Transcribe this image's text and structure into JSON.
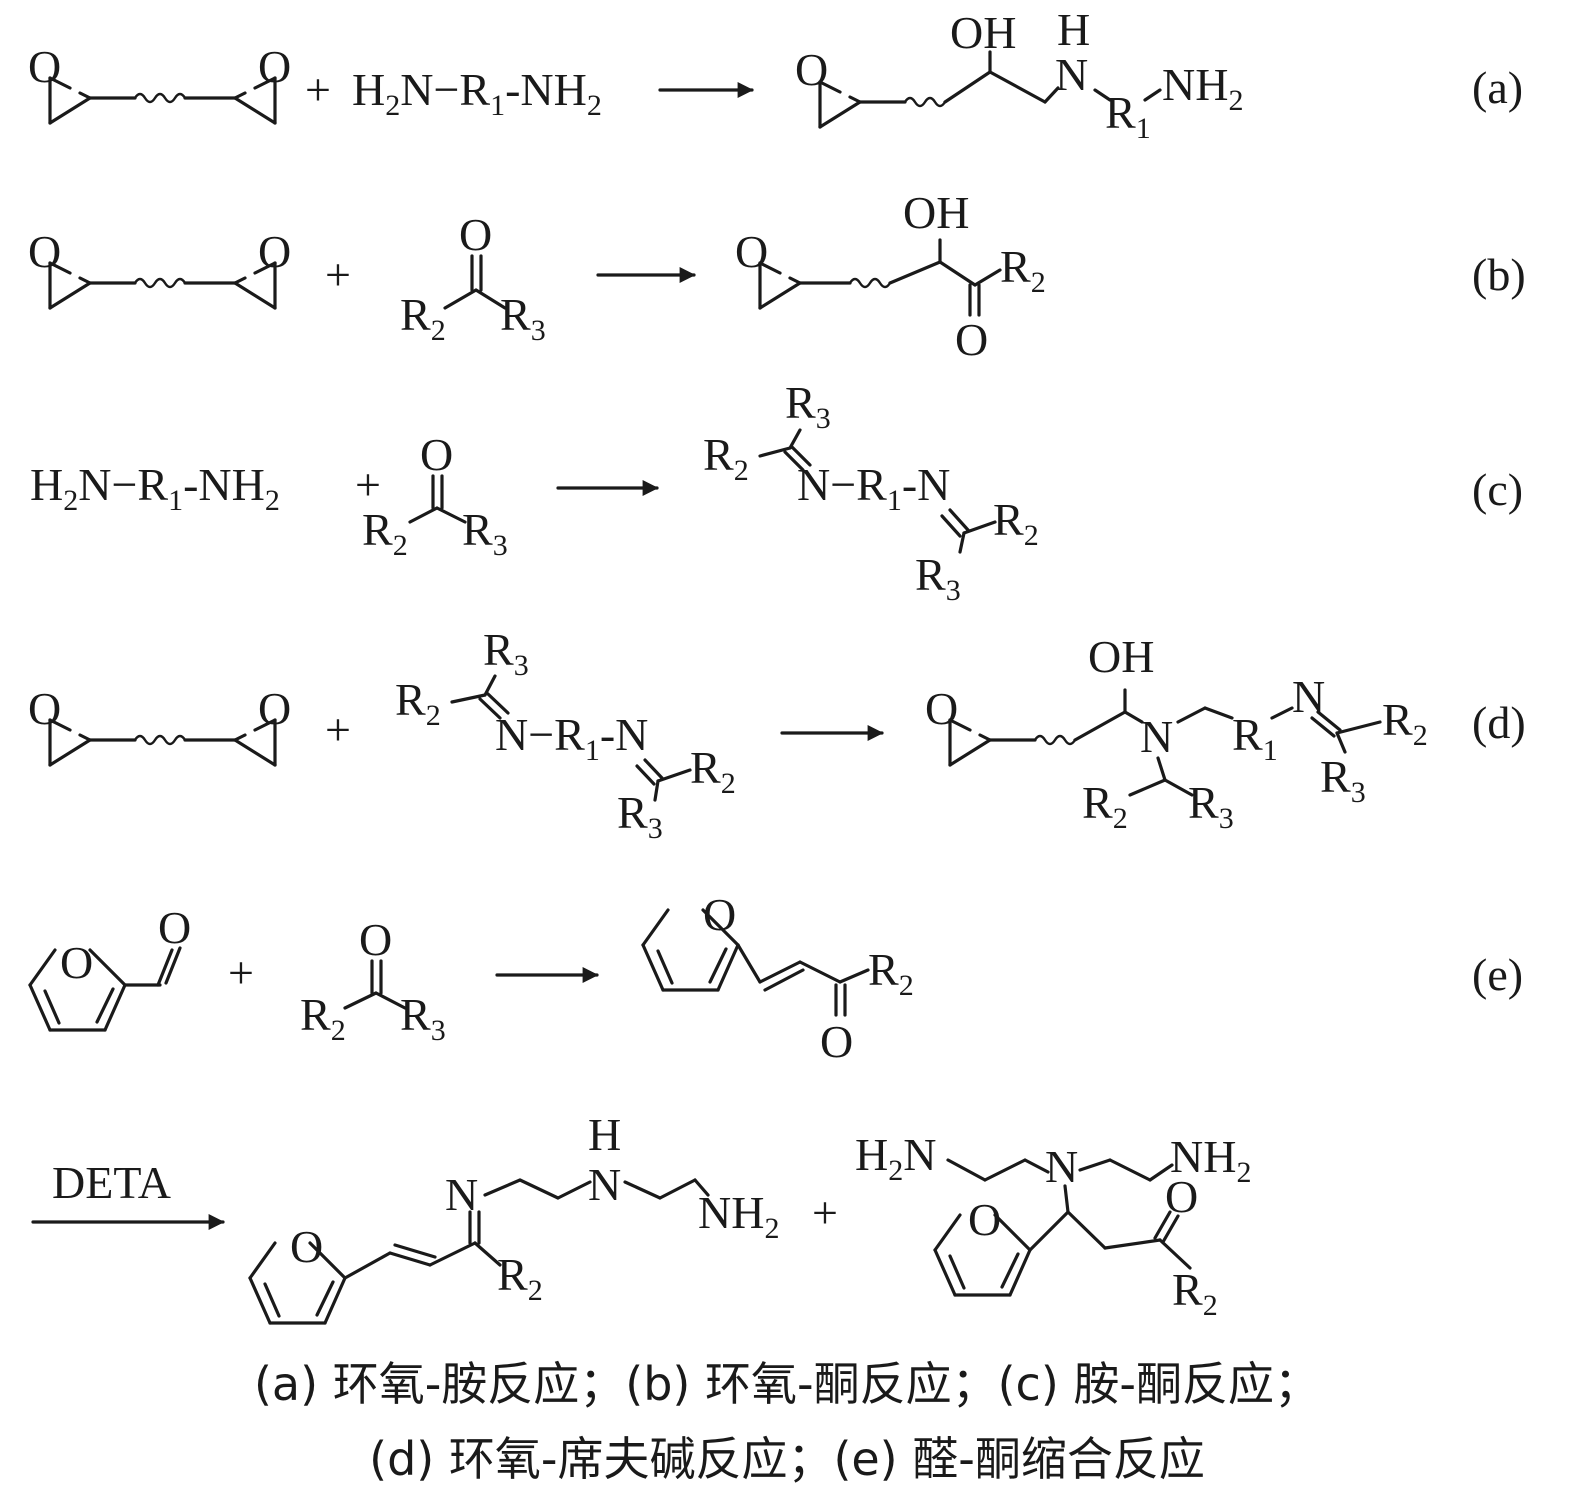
{
  "reactions": {
    "a": {
      "label": "(a)",
      "reagent": "H₂N−R₁-NH₂"
    },
    "b": {
      "label": "(b)"
    },
    "c": {
      "label": "(c)",
      "reagent": "H₂N−R₁-NH₂"
    },
    "d": {
      "label": "(d)"
    },
    "e": {
      "label": "(e)"
    },
    "f": {
      "arrow_label": "DETA"
    }
  },
  "caption": {
    "line1": "(a) 环氧-胺反应；(b) 环氧-酮反应；(c) 胺-酮反应；",
    "line2": "(d) 环氧-席夫碱反应；(e) 醛-酮缩合反应"
  }
}
